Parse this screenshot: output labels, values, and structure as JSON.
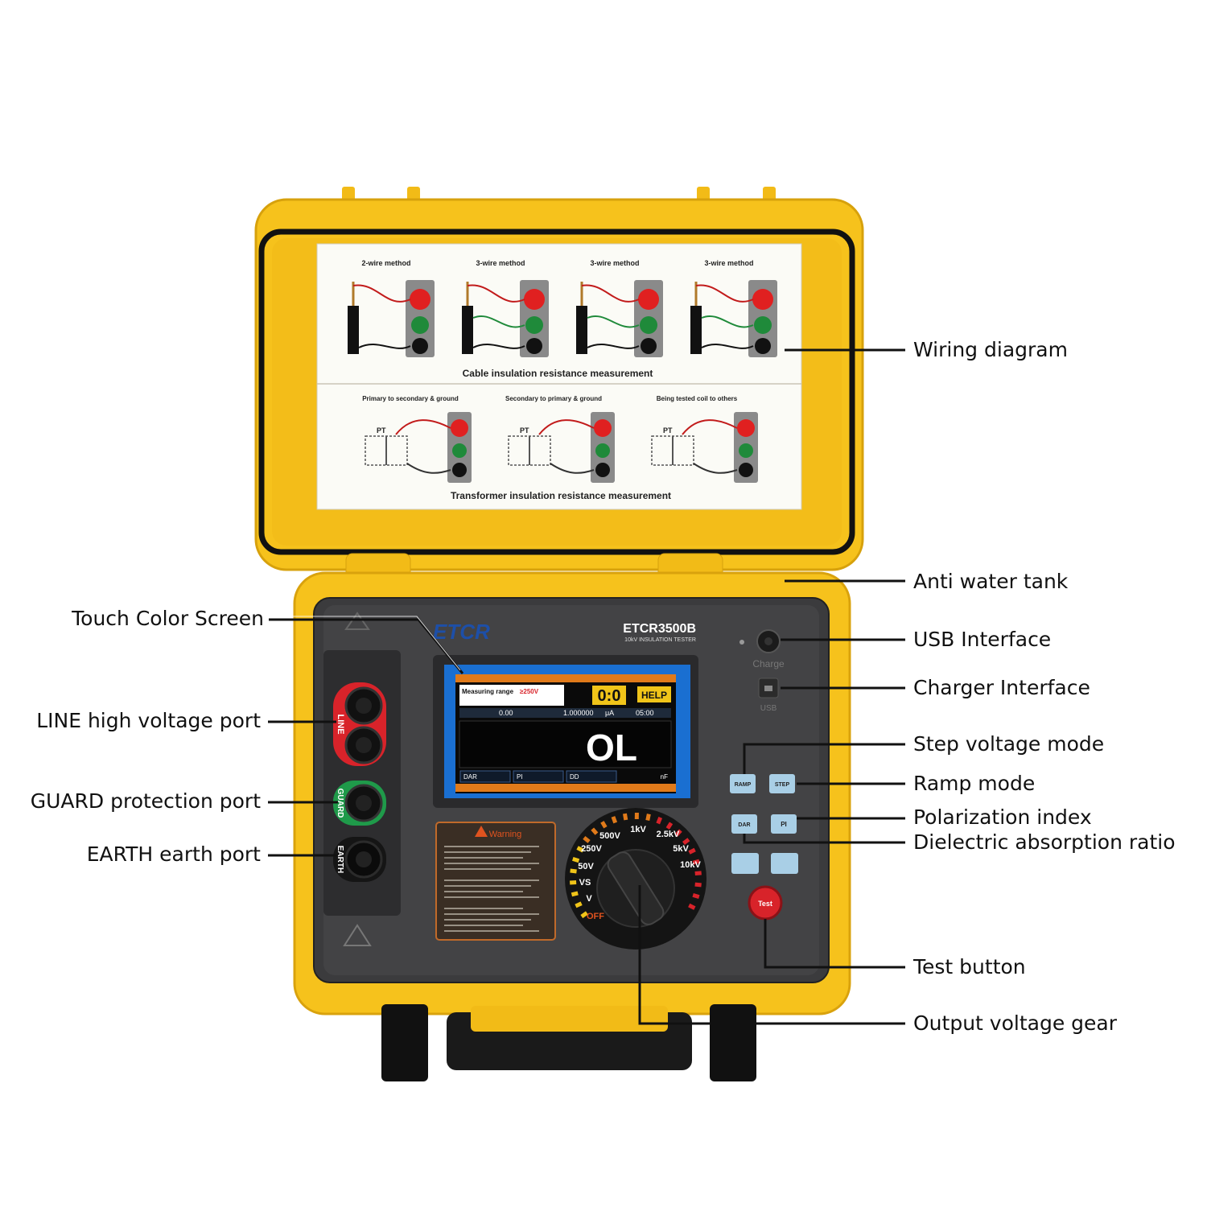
{
  "callouts": {
    "wiring_diagram": "Wiring diagram",
    "anti_water_tank": "Anti water tank",
    "usb_interface": "USB Interface",
    "charger_interface": "Charger Interface",
    "step_voltage_mode": "Step voltage mode",
    "ramp_mode": "Ramp mode",
    "polarization_index": "Polarization index",
    "dielectric_absorption_ratio": "Dielectric absorption ratio",
    "test_button": "Test button",
    "output_voltage_gear": "Output voltage gear",
    "touch_color_screen": "Touch Color Screen",
    "line_port": "LINE high voltage port",
    "guard_port": "GUARD protection port",
    "earth_port": "EARTH earth port"
  },
  "wiring_card": {
    "cable_methods": [
      "2-wire method",
      "3-wire method",
      "3-wire method",
      "3-wire method"
    ],
    "cable_caption": "Cable insulation resistance measurement",
    "transformer_titles": [
      "Primary to secondary & ground",
      "Secondary to primary & ground",
      "Being tested coil to others"
    ],
    "transformer_caption": "Transformer  insulation resistance measurement",
    "pt_label": "PT"
  },
  "device": {
    "brand": "ETCR",
    "model": "ETCR3500B",
    "subtitle": "10kV INSULATION TESTER",
    "port_labels": {
      "line": "LINE",
      "guard": "GUARD",
      "earth": "EARTH"
    },
    "usb_label": "Charge",
    "charger_label": "USB",
    "buttons": {
      "ramp": "RAMP",
      "step": "STEP",
      "dar": "DAR",
      "pi": "PI",
      "test": "Test"
    },
    "warning_title": "Warning",
    "dial_positions": [
      "500V",
      "1kV",
      "2.5kV",
      "5kV",
      "10kV",
      "250V",
      "50V",
      "VS",
      "V",
      "OFF"
    ]
  },
  "screen": {
    "measuring_label": "Measuring range",
    "measuring_value": "≥250V",
    "help": "HELP",
    "timer": "0:0",
    "voltage": "0.00",
    "current": "1.000000",
    "current_unit": "μA",
    "time": "05:00",
    "reading": "OL",
    "tabs": [
      "DAR",
      "PI",
      "DD"
    ],
    "unit": "nF"
  },
  "colors": {
    "case_yellow": "#f6c21c",
    "panel_dark": "#3b3b3d",
    "line_red": "#d8232a",
    "guard_green": "#1f9a4a",
    "screen_blue": "#1a6fd1",
    "button_blue": "#a9cfe6",
    "test_red": "#d8232a"
  }
}
